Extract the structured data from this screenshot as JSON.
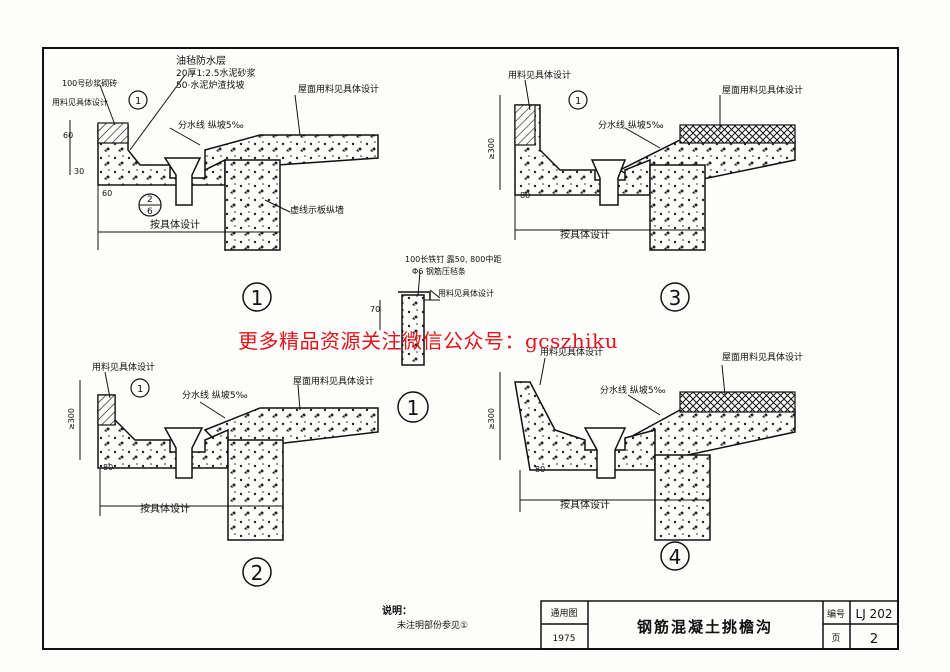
{
  "watermark": "更多精品资源关注微信公众号：gcszhiku",
  "details": [
    {
      "number": "1",
      "labels": {
        "coat": "油毡防水层",
        "mortar": "20厚1:2.5水泥砂浆",
        "slag": "50·水泥炉渣找坡",
        "top_brick": "100号砂浆砌砖",
        "design_use": "用料见具体设计",
        "roof": "屋面用料见具体设计",
        "slope": "分水线 纵坡5‰",
        "wall": "虚线示板纵墙",
        "span": "按具体设计",
        "dim_60a": "60",
        "dim_60b": "60",
        "dim_30": "30",
        "marker_top": "1",
        "marker_bottom_num": "2",
        "marker_bottom_den": "6"
      }
    },
    {
      "number": "2",
      "labels": {
        "design_use": "用料见具体设计",
        "roof": "屋面用料见具体设计",
        "slope": "分水线 纵坡5‰",
        "span": "按具体设计",
        "dim_h": "≥300",
        "dim_80": "80",
        "marker_top": "1"
      }
    },
    {
      "number": "3",
      "labels": {
        "design_use": "用料见具体设计",
        "roof": "屋面用料见具体设计",
        "slope": "分水线 纵坡5‰",
        "span": "按具体设计",
        "dim_h": "≥300",
        "dim_80": "80",
        "marker_top": "1"
      }
    },
    {
      "number": "4",
      "labels": {
        "design_use": "用料见具体设计",
        "roof": "屋面用料见具体设计",
        "slope": "分水线 纵坡5‰",
        "span": "按具体设计",
        "dim_h": "≥300",
        "dim_80": "80"
      }
    }
  ],
  "center_detail": {
    "number": "1",
    "label_a": "100长铁钉 露50, 800中距",
    "label_b": "Φ6 钢筋压毡条",
    "label_c": "用料见具体设计",
    "dim": "70"
  },
  "note": {
    "heading": "说明：",
    "text": "未注明部份参见①"
  },
  "title_block": {
    "series_label": "通用图",
    "year": "1975",
    "title": "钢筋混凝土挑檐沟",
    "code_label": "编号",
    "code": "LJ 202",
    "page_label": "页",
    "page": "2"
  }
}
